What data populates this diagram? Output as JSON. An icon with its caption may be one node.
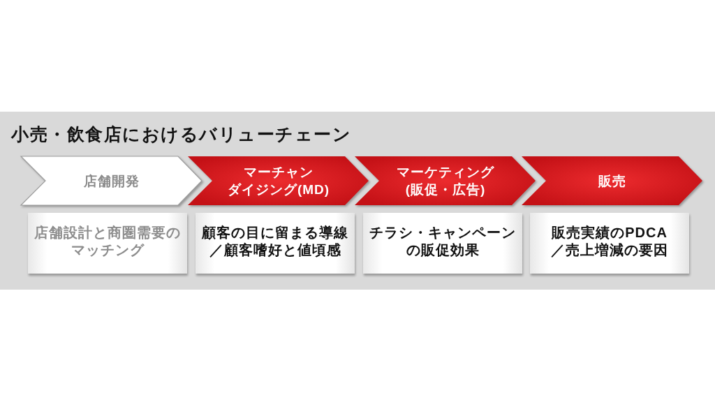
{
  "diagram": {
    "title": "小売・飲食店におけるバリューチェーン",
    "nodes": [
      {
        "text": [
          "店舗開発"
        ]
      },
      {
        "text": [
          "マーチャンダイジング(MD)"
        ]
      },
      {
        "text": [
          "マーケティング(販促・広告)"
        ]
      },
      {
        "text": [
          "販売"
        ]
      },
      {
        "text": [
          "店舗設計と商圏需要のマッチング"
        ]
      },
      {
        "text": [
          "顧客の目に留まる導線／顧客嗜好と値頃感"
        ]
      },
      {
        "text": [
          "チラシ・キャンペーンの販促効果"
        ]
      },
      {
        "text": [
          "販売実績のPDCA／売上増減の要因"
        ]
      }
    ]
  }
}
